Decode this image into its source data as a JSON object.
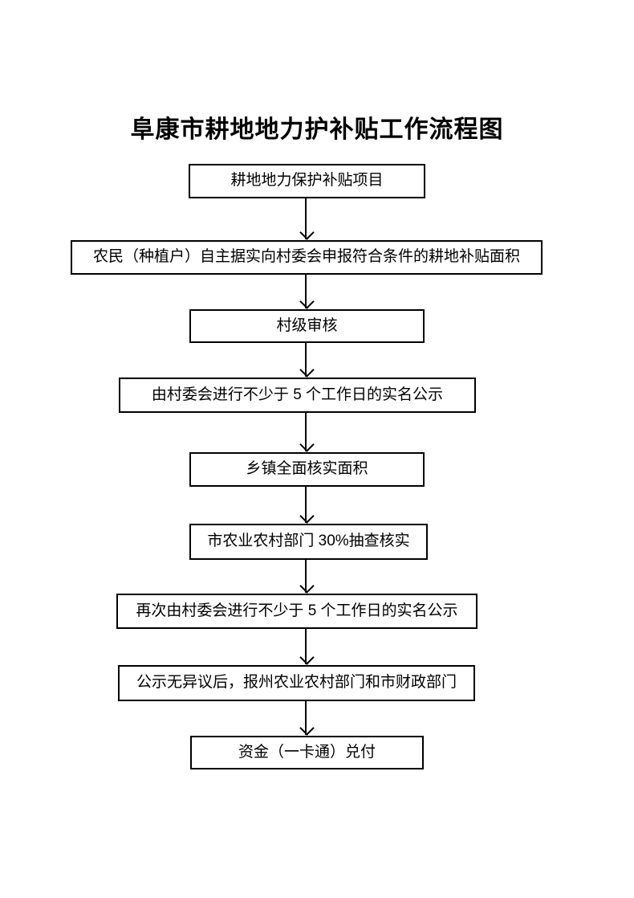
{
  "page": {
    "background_color": "#ffffff",
    "line_color": "#000000"
  },
  "title": "阜康市耕地地力护补贴工作流程图",
  "flowchart": {
    "steps": [
      {
        "label": "耕地地力保护补贴项目"
      },
      {
        "label": "农民（种植户）自主据实向村委会申报符合条件的耕地补贴面积"
      },
      {
        "label": "村级审核"
      },
      {
        "label": "由村委会进行不少于 5 个工作日的实名公示"
      },
      {
        "label": "乡镇全面核实面积"
      },
      {
        "label": "市农业农村部门 30%抽查核实"
      },
      {
        "label": "再次由村委会进行不少于 5 个工作日的实名公示"
      },
      {
        "label": "公示无异议后，报州农业农村部门和市财政部门"
      },
      {
        "label": "资金（一卡通）兑付"
      }
    ]
  }
}
